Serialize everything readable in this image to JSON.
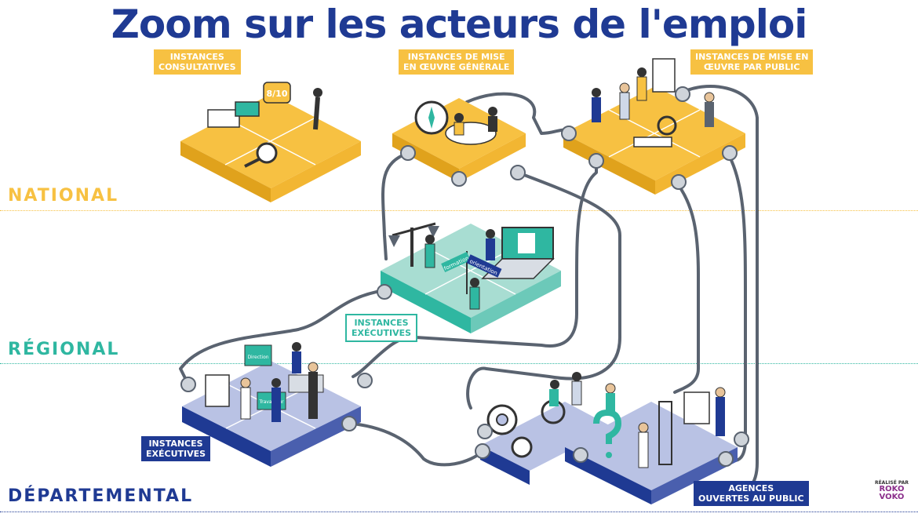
{
  "title": "Zoom sur les acteurs de l'emploi",
  "levels": {
    "national": "NATIONAL",
    "regional": "RÉGIONAL",
    "departemental": "DÉPARTEMENTAL"
  },
  "colors": {
    "title": "#1f3a93",
    "national": "#f7c142",
    "regional": "#2fb7a1",
    "departemental": "#1f3a93",
    "pipe": "#5a6370"
  },
  "tags": {
    "consultatives": [
      "INSTANCES",
      "CONSULTATIVES"
    ],
    "mise_generale": [
      "INSTANCES DE MISE",
      "EN ŒUVRE GÉNÉRALE"
    ],
    "mise_public": [
      "INSTANCES DE MISE EN",
      "ŒUVRE PAR PUBLIC"
    ],
    "executives_regional": [
      "INSTANCES",
      "EXÉCUTIVES"
    ],
    "executives_departemental": [
      "INSTANCES",
      "EXÉCUTIVES"
    ],
    "agences": [
      "AGENCES",
      "OUVERTES AU PUBLIC"
    ]
  },
  "illustration_labels": {
    "score": "8/10",
    "puzzle": "Direction",
    "puzzle2": "Travailleur",
    "sign1": "formation",
    "sign2": "orientation"
  },
  "credit": {
    "prefix": "RÉALISÉ PAR",
    "brand_line1": "ROKO",
    "brand_line2": "VOKO"
  }
}
